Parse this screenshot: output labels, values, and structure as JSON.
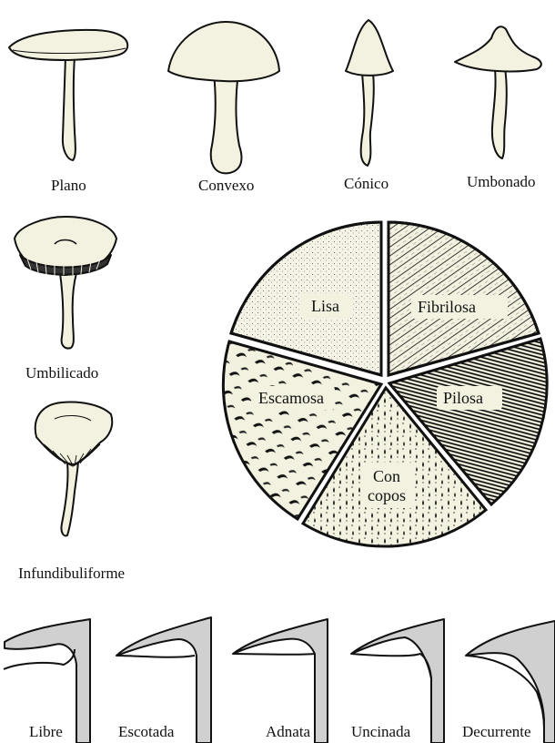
{
  "cap_shapes": [
    {
      "label": "Plano"
    },
    {
      "label": "Convexo"
    },
    {
      "label": "Cónico"
    },
    {
      "label": "Umbonado"
    },
    {
      "label": "Umbilicado"
    },
    {
      "label": "Infundibuliforme"
    }
  ],
  "surface_textures": [
    {
      "label": "Lisa"
    },
    {
      "label": "Fibrilosa"
    },
    {
      "label": "Pilosa"
    },
    {
      "label": "Con copos",
      "line1": "Con",
      "line2": "copos"
    },
    {
      "label": "Escamosa"
    }
  ],
  "gill_attachments": [
    {
      "label": "Libre"
    },
    {
      "label": "Escotada"
    },
    {
      "label": "Adnata"
    },
    {
      "label": "Uncinada"
    },
    {
      "label": "Decurrente"
    }
  ],
  "colors": {
    "mushroom_fill": "#f3f1df",
    "ink": "#111111",
    "gill_grey": "#d0d0d0"
  }
}
